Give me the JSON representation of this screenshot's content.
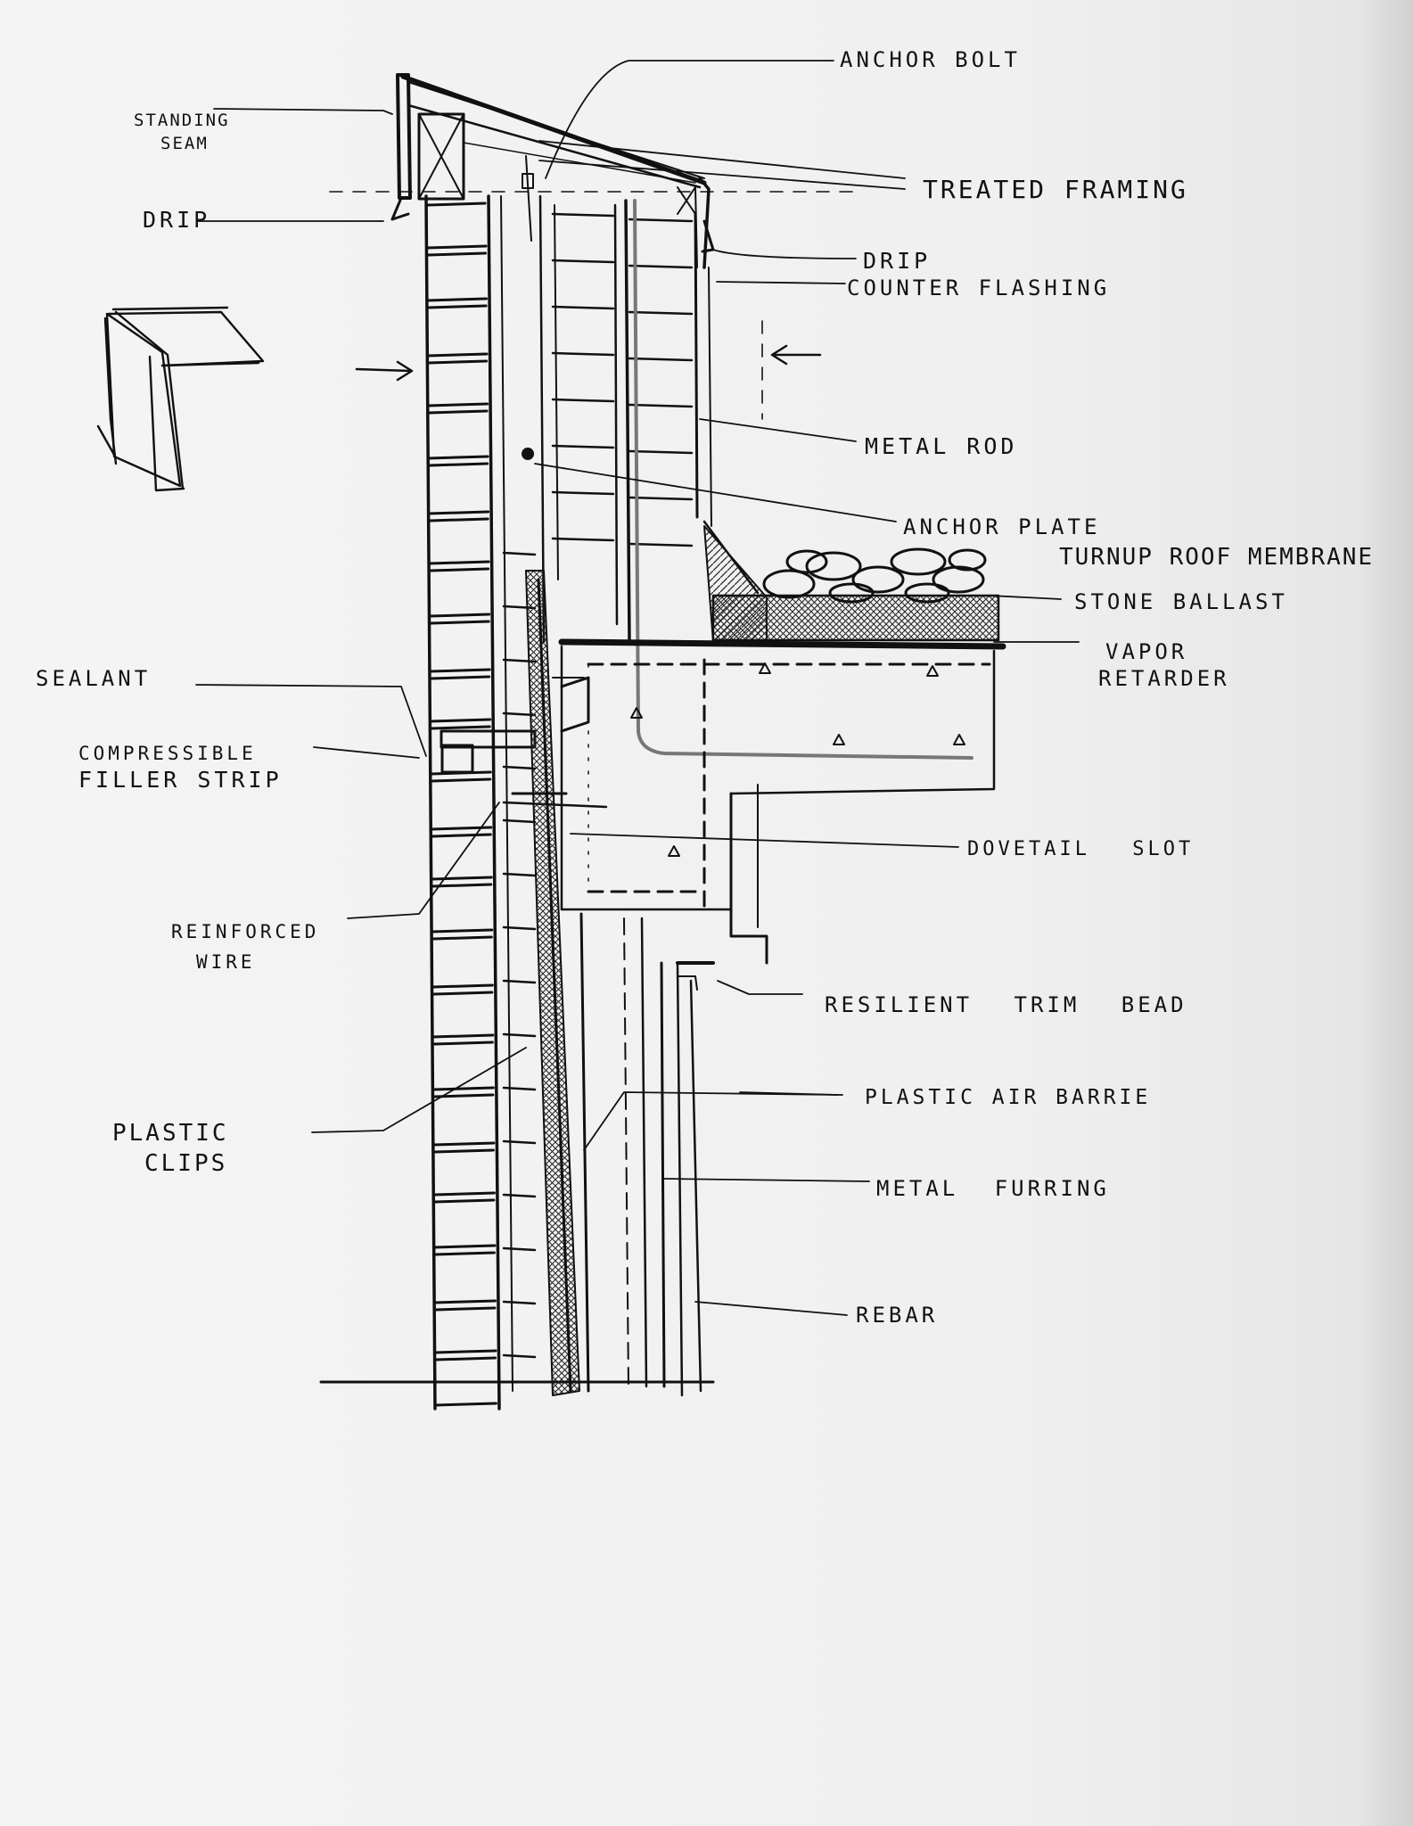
{
  "labels": {
    "anchor_bolt": "ANCHOR BOLT",
    "standing_seam_1": "STANDING",
    "standing_seam_2": "SEAM",
    "treated_framing": "TREATED FRAMING",
    "drip_left": "DRIP",
    "drip_right": "DRIP",
    "counter_flashing": "COUNTER FLASHING",
    "metal_rod": "METAL ROD",
    "anchor_plate": "ANCHOR PLATE",
    "turnup_roof_membrane": "TURNUP ROOF MEMBRANE",
    "stone_ballast": "STONE BALLAST",
    "vapor_retarder_1": "VAPOR",
    "vapor_retarder_2": "RETARDER",
    "sealant": "SEALANT",
    "compressible_filler_1": "COMPRESSIBLE",
    "compressible_filler_2": "FILLER STRIP",
    "dovetail_slot": "DOVETAIL SLOT",
    "reinforced_wire_1": "REINFORCED",
    "reinforced_wire_2": "WIRE",
    "resilient_trim_bead": "RESILIENT TRIM BEAD",
    "plastic_air_barrier": "PLASTIC AIR BARRIE",
    "plastic_clips_1": "PLASTIC",
    "plastic_clips_2": "CLIPS",
    "metal_furring": "METAL FURRING",
    "rebar": "REBAR"
  },
  "colors": {
    "ink": "#111111",
    "paper": "#f2f2f2",
    "gray_stroke": "#777777"
  }
}
